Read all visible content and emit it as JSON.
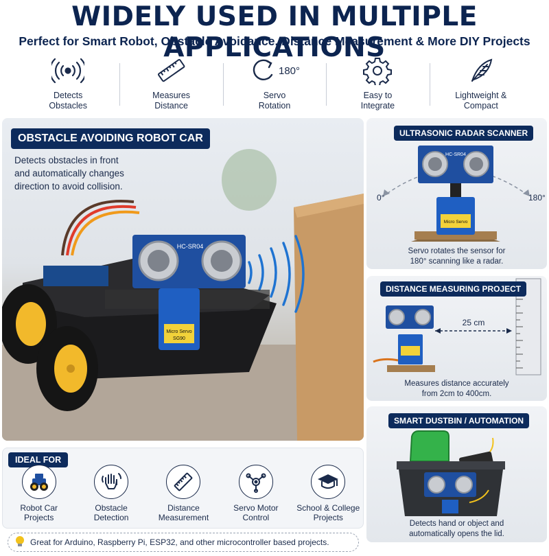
{
  "header": {
    "title": "WIDELY USED IN MULTIPLE APPLICATIONS",
    "subtitle": "Perfect for Smart Robot, Obstacle Avoidance, Distance Measurement & More DIY Projects"
  },
  "features": [
    {
      "icon": "signal-waves-icon",
      "line1": "Detects",
      "line2": "Obstacles"
    },
    {
      "icon": "ruler-icon",
      "line1": "Measures",
      "line2": "Distance"
    },
    {
      "icon": "rotation-arrow-icon",
      "icon_text": "180°",
      "line1": "Servo",
      "line2": "Rotation"
    },
    {
      "icon": "gear-icon",
      "line1": "Easy to",
      "line2": "Integrate"
    },
    {
      "icon": "feather-icon",
      "line1": "Lightweight &",
      "line2": "Compact"
    }
  ],
  "main": {
    "title": "OBSTACLE AVOIDING ROBOT CAR",
    "desc1": "Detects obstacles in front",
    "desc2": "and automatically changes",
    "desc3": "direction to avoid collision.",
    "sensor_label": "HC-SR04",
    "servo_label": "Micro Servo",
    "servo_model": "SG90"
  },
  "radar": {
    "title": "ULTRASONIC RADAR SCANNER",
    "left_angle": "0°",
    "right_angle": "180°",
    "sensor_label": "HC-SR04",
    "servo_label": "Micro Servo",
    "cap1": "Servo rotates the sensor for",
    "cap2": "180° scanning like a radar."
  },
  "distance": {
    "title": "DISTANCE MEASURING PROJECT",
    "value": "25 cm",
    "cap1": "Measures distance accurately",
    "cap2": "from 2cm to 400cm."
  },
  "dustbin": {
    "title": "SMART DUSTBIN / AUTOMATION",
    "cap1": "Detects hand or object and",
    "cap2": "automatically opens the lid."
  },
  "ideal": {
    "title": "IDEAL FOR",
    "items": [
      {
        "icon": "robot-car-icon",
        "line1": "Robot Car",
        "line2": "Projects"
      },
      {
        "icon": "hand-wave-icon",
        "line1": "Obstacle",
        "line2": "Detection"
      },
      {
        "icon": "ruler-icon",
        "line1": "Distance",
        "line2": "Measurement"
      },
      {
        "icon": "servo-arm-icon",
        "line1": "Servo Motor",
        "line2": "Control"
      },
      {
        "icon": "graduation-cap-icon",
        "line1": "School & College",
        "line2": "Projects"
      }
    ]
  },
  "note": "Great for Arduino, Raspberry Pi, ESP32, and other microcontroller based projects.",
  "colors": {
    "navy": "#0d2b5c",
    "accent_blue": "#1f73d1",
    "yellow_wheel": "#f2b92b"
  }
}
